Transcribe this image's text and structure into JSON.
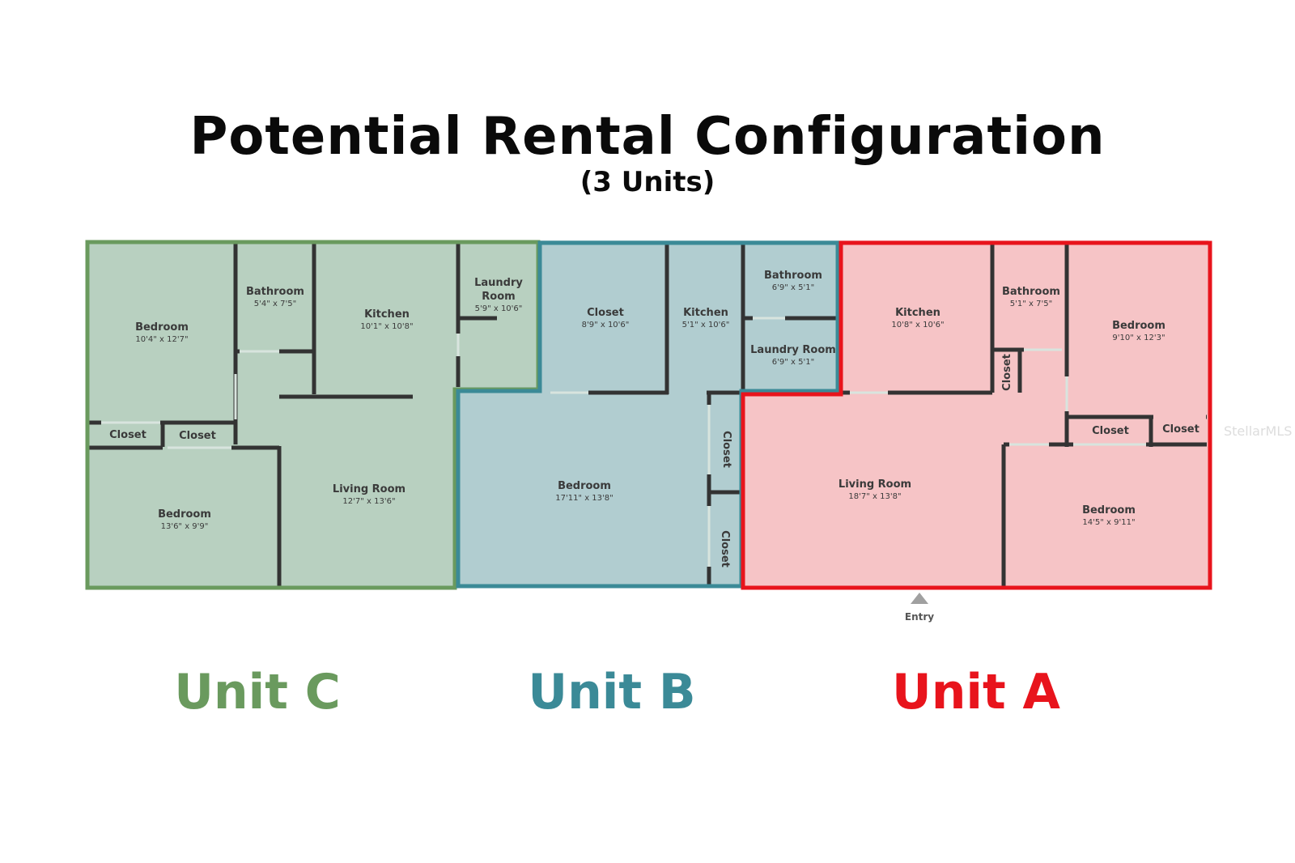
{
  "title": "Potential Rental Configuration",
  "subtitle": "(3 Units)",
  "colors": {
    "unit_c": "#6a9a5e",
    "unit_c_fill": "#b8d0c0",
    "unit_b": "#3b8a97",
    "unit_b_fill": "#b1cdd0",
    "unit_a": "#e8141c",
    "unit_a_fill": "#f6c4c6",
    "wall": "#333333"
  },
  "units": {
    "c": {
      "label": "Unit C"
    },
    "b": {
      "label": "Unit B"
    },
    "a": {
      "label": "Unit A"
    }
  },
  "rooms": {
    "c_bedroom_1": {
      "name": "Bedroom",
      "dim": "10'4\" x 12'7\""
    },
    "c_bathroom": {
      "name": "Bathroom",
      "dim": "5'4\" x 7'5\""
    },
    "c_kitchen": {
      "name": "Kitchen",
      "dim": "10'1\" x 10'8\""
    },
    "c_laundry_1": "Laundry",
    "c_laundry_2": "Room",
    "c_laundry_dim": "5'9\" x 10'6\"",
    "c_closet_1": "Closet",
    "c_closet_2": "Closet",
    "c_bedroom_2": {
      "name": "Bedroom",
      "dim": "13'6\" x 9'9\""
    },
    "c_living": {
      "name": "Living Room",
      "dim": "12'7\" x 13'6\""
    },
    "b_closet": {
      "name": "Closet",
      "dim": "8'9\" x 10'6\""
    },
    "b_kitchen": {
      "name": "Kitchen",
      "dim": "5'1\" x 10'6\""
    },
    "b_bathroom": {
      "name": "Bathroom",
      "dim": "6'9\" x 5'1\""
    },
    "b_laundry": {
      "name": "Laundry Room",
      "dim": "6'9\" x 5'1\""
    },
    "b_bedroom": {
      "name": "Bedroom",
      "dim": "17'11\" x 13'8\""
    },
    "b_closet_v1": "Closet",
    "b_closet_v2": "Closet",
    "a_kitchen": {
      "name": "Kitchen",
      "dim": "10'8\" x 10'6\""
    },
    "a_bathroom": {
      "name": "Bathroom",
      "dim": "5'1\" x 7'5\""
    },
    "a_bedroom_1": {
      "name": "Bedroom",
      "dim": "9'10\" x 12'3\""
    },
    "a_closet_v": "Closet",
    "a_closet_1": "Closet",
    "a_closet_2": "Closet",
    "a_living": {
      "name": "Living Room",
      "dim": "18'7\" x 13'8\""
    },
    "a_bedroom_2": {
      "name": "Bedroom",
      "dim": "14'5\" x 9'11\""
    }
  },
  "entry_label": "Entry",
  "watermark": "StellarMLS"
}
